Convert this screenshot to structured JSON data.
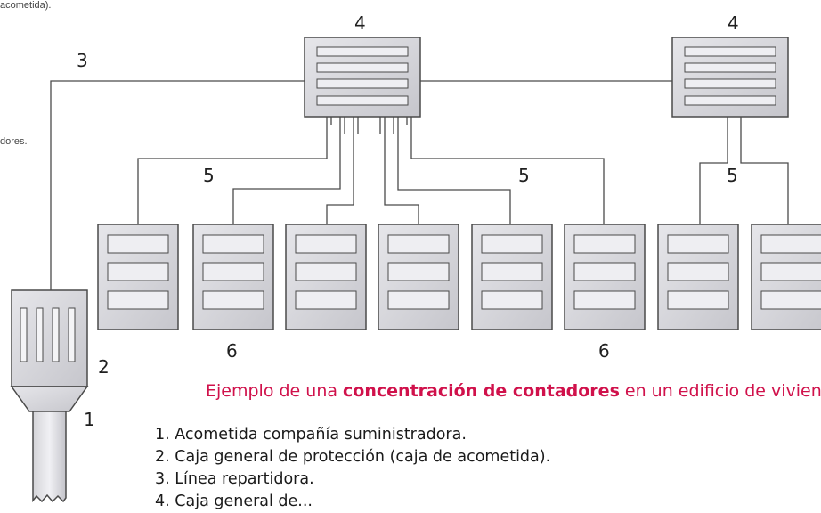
{
  "fragments": {
    "top": "acometida).",
    "mid": "dores."
  },
  "labels": {
    "riser_line": "3",
    "panel_left": "4",
    "panel_right": "4",
    "branch_left": "5",
    "branch_middle": "5",
    "branch_right": "5",
    "meters_left": "6",
    "meters_right": "6",
    "main_box": "2",
    "service_cable": "1"
  },
  "caption": {
    "prefix": "Ejemplo de una ",
    "highlight": "concentración de contadores",
    "suffix": " en un edificio de viviendas"
  },
  "legend": [
    "1. Acometida compañía suministradora.",
    "2. Caja general de protección (caja de acometida).",
    "3. Línea repartidora.",
    "4. Caja general de..."
  ],
  "colors": {
    "panel_fill": "#d4d4d8",
    "slot_fill": "#eeeef2",
    "line": "#4a4a4a",
    "caption": "#d0114b"
  }
}
